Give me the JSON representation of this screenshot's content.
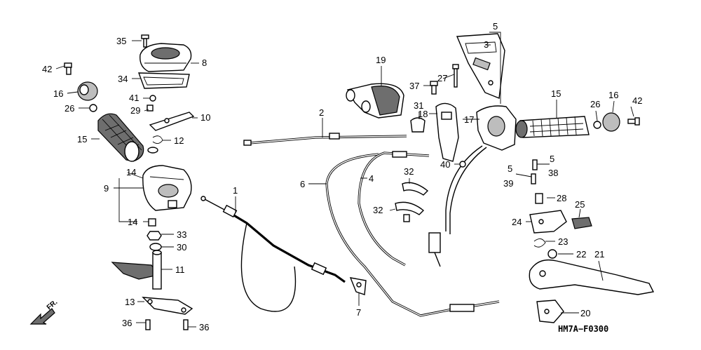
{
  "diagram": {
    "code": "HM7A−F0300",
    "direction_marker": "FR.",
    "callouts": [
      {
        "id": "c35",
        "text": "35"
      },
      {
        "id": "c8",
        "text": "8"
      },
      {
        "id": "c42l",
        "text": "42"
      },
      {
        "id": "c34",
        "text": "34"
      },
      {
        "id": "c16l",
        "text": "16"
      },
      {
        "id": "c41",
        "text": "41"
      },
      {
        "id": "c26l",
        "text": "26"
      },
      {
        "id": "c29",
        "text": "29"
      },
      {
        "id": "c10",
        "text": "10"
      },
      {
        "id": "c15l",
        "text": "15"
      },
      {
        "id": "c12",
        "text": "12"
      },
      {
        "id": "c14a",
        "text": "14"
      },
      {
        "id": "c9",
        "text": "9"
      },
      {
        "id": "c14b",
        "text": "14"
      },
      {
        "id": "c33",
        "text": "33"
      },
      {
        "id": "c30",
        "text": "30"
      },
      {
        "id": "c11",
        "text": "11"
      },
      {
        "id": "c13",
        "text": "13"
      },
      {
        "id": "c36a",
        "text": "36"
      },
      {
        "id": "c36b",
        "text": "36"
      },
      {
        "id": "c1",
        "text": "1"
      },
      {
        "id": "c2",
        "text": "2"
      },
      {
        "id": "c6",
        "text": "6"
      },
      {
        "id": "c4",
        "text": "4"
      },
      {
        "id": "c7",
        "text": "7"
      },
      {
        "id": "c19",
        "text": "19"
      },
      {
        "id": "c32a",
        "text": "32"
      },
      {
        "id": "c32b",
        "text": "32"
      },
      {
        "id": "c31",
        "text": "31"
      },
      {
        "id": "c18",
        "text": "18"
      },
      {
        "id": "c17",
        "text": "17"
      },
      {
        "id": "c37",
        "text": "37"
      },
      {
        "id": "c27",
        "text": "27"
      },
      {
        "id": "c5a",
        "text": "5"
      },
      {
        "id": "c3",
        "text": "3"
      },
      {
        "id": "c15r",
        "text": "15"
      },
      {
        "id": "c26r",
        "text": "26"
      },
      {
        "id": "c16r",
        "text": "16"
      },
      {
        "id": "c42r",
        "text": "42"
      },
      {
        "id": "c40",
        "text": "40"
      },
      {
        "id": "c5b",
        "text": "5"
      },
      {
        "id": "c5c",
        "text": "5"
      },
      {
        "id": "c38",
        "text": "38"
      },
      {
        "id": "c39",
        "text": "39"
      },
      {
        "id": "c28",
        "text": "28"
      },
      {
        "id": "c25",
        "text": "25"
      },
      {
        "id": "c24",
        "text": "24"
      },
      {
        "id": "c23",
        "text": "23"
      },
      {
        "id": "c22",
        "text": "22"
      },
      {
        "id": "c21",
        "text": "21"
      },
      {
        "id": "c20",
        "text": "20"
      }
    ]
  }
}
